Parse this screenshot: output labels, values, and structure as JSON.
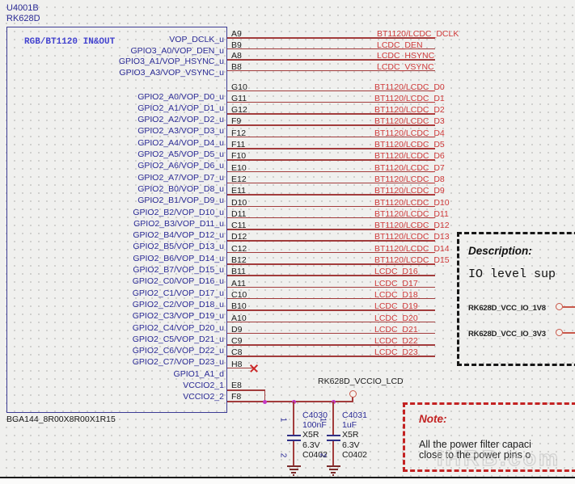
{
  "header": {
    "designator": "U4001B",
    "part": "RK628D",
    "interface_label": "RGB/BT1120 IN&OUT",
    "footprint": "BGA144_8R00X8R00X1R15"
  },
  "chip": {
    "pin_groups": [
      {
        "rows": [
          {
            "number": "A9",
            "name": "VOP_DCLK_u",
            "net": "BT1120/LCDC_DCLK"
          },
          {
            "number": "B9",
            "name": "GPIO3_A0/VOP_DEN_u",
            "net": "LCDC_DEN"
          },
          {
            "number": "A8",
            "name": "GPIO3_A1/VOP_HSYNC_u",
            "net": "LCDC_HSYNC"
          },
          {
            "number": "B8",
            "name": "GPIO3_A3/VOP_VSYNC_u",
            "net": "LCDC_VSYNC"
          }
        ]
      },
      {
        "rows": [
          {
            "number": "G10",
            "name": "GPIO2_A0/VOP_D0_u",
            "net": "BT1120/LCDC_D0"
          },
          {
            "number": "G11",
            "name": "GPIO2_A1/VOP_D1_u",
            "net": "BT1120/LCDC_D1"
          },
          {
            "number": "G12",
            "name": "GPIO2_A2/VOP_D2_u",
            "net": "BT1120/LCDC_D2"
          },
          {
            "number": "F9",
            "name": "GPIO2_A3/VOP_D3_u",
            "net": "BT1120/LCDC_D3"
          },
          {
            "number": "F12",
            "name": "GPIO2_A4/VOP_D4_u",
            "net": "BT1120/LCDC_D4"
          },
          {
            "number": "F11",
            "name": "GPIO2_A5/VOP_D5_u",
            "net": "BT1120/LCDC_D5"
          },
          {
            "number": "F10",
            "name": "GPIO2_A6/VOP_D6_u",
            "net": "BT1120/LCDC_D6"
          },
          {
            "number": "E10",
            "name": "GPIO2_A7/VOP_D7_u",
            "net": "BT1120/LCDC_D7"
          },
          {
            "number": "E12",
            "name": "GPIO2_B0/VOP_D8_u",
            "net": "BT1120/LCDC_D8"
          },
          {
            "number": "E11",
            "name": "GPIO2_B1/VOP_D9_u",
            "net": "BT1120/LCDC_D9"
          },
          {
            "number": "D10",
            "name": "GPIO2_B2/VOP_D10_u",
            "net": "BT1120/LCDC_D10"
          },
          {
            "number": "D11",
            "name": "GPIO2_B3/VOP_D11_u",
            "net": "BT1120/LCDC_D11"
          },
          {
            "number": "C11",
            "name": "GPIO2_B4/VOP_D12_u",
            "net": "BT1120/LCDC_D12"
          },
          {
            "number": "D12",
            "name": "GPIO2_B5/VOP_D13_u",
            "net": "BT1120/LCDC_D13"
          },
          {
            "number": "C12",
            "name": "GPIO2_B6/VOP_D14_u",
            "net": "BT1120/LCDC_D14"
          },
          {
            "number": "B12",
            "name": "GPIO2_B7/VOP_D15_u",
            "net": "BT1120/LCDC_D15"
          },
          {
            "number": "B11",
            "name": "GPIO2_C0/VOP_D16_u",
            "net": "LCDC_D16"
          },
          {
            "number": "A11",
            "name": "GPIO2_C1/VOP_D17_u",
            "net": "LCDC_D17"
          },
          {
            "number": "C10",
            "name": "GPIO2_C2/VOP_D18_u",
            "net": "LCDC_D18"
          },
          {
            "number": "B10",
            "name": "GPIO2_C3/VOP_D19_u",
            "net": "LCDC_D19"
          },
          {
            "number": "A10",
            "name": "GPIO2_C4/VOP_D20_u",
            "net": "LCDC_D20"
          },
          {
            "number": "D9",
            "name": "GPIO2_C5/VOP_D21_u",
            "net": "LCDC_D21"
          },
          {
            "number": "C9",
            "name": "GPIO2_C6/VOP_D22_u",
            "net": "LCDC_D22"
          },
          {
            "number": "C8",
            "name": "GPIO2_C7/VOP_D23_u",
            "net": "LCDC_D23"
          },
          {
            "number": "H8",
            "name": "GPIO1_A1_d",
            "net": "",
            "no_connect": true
          }
        ]
      }
    ],
    "power_pins": [
      {
        "number": "E8",
        "name": "VCCIO2_1"
      },
      {
        "number": "F8",
        "name": "VCCIO2_2"
      }
    ]
  },
  "power_rail": {
    "net_label": "RK628D_VCCIO_LCD",
    "capacitors": [
      {
        "designator": "C4030",
        "value": "100nF",
        "dielectric": "X5R",
        "voltage": "6.3V",
        "package": "C0402",
        "pin1": "1",
        "pin2": "2"
      },
      {
        "designator": "C4031",
        "value": "1uF",
        "dielectric": "X5R",
        "voltage": "6.3V",
        "package": "C0402",
        "pin1": "1",
        "pin2": "2"
      }
    ]
  },
  "description_box": {
    "title": "Description:",
    "body": "IO level sup",
    "ports": [
      "RK628D_VCC_IO_1V8",
      "RK628D_VCC_IO_3V3"
    ]
  },
  "note_box": {
    "title": "Note:",
    "lines": [
      "All the power filter capaci",
      "close to the power pins o"
    ]
  },
  "watermark": "IHRB.com",
  "colors": {
    "wire": "#a23c3c",
    "net_label": "#cf3a3a",
    "pin_text": "#2b2b96",
    "chip_border": "#3c3c94",
    "junction": "#c438c4",
    "note_border": "#c32222"
  }
}
